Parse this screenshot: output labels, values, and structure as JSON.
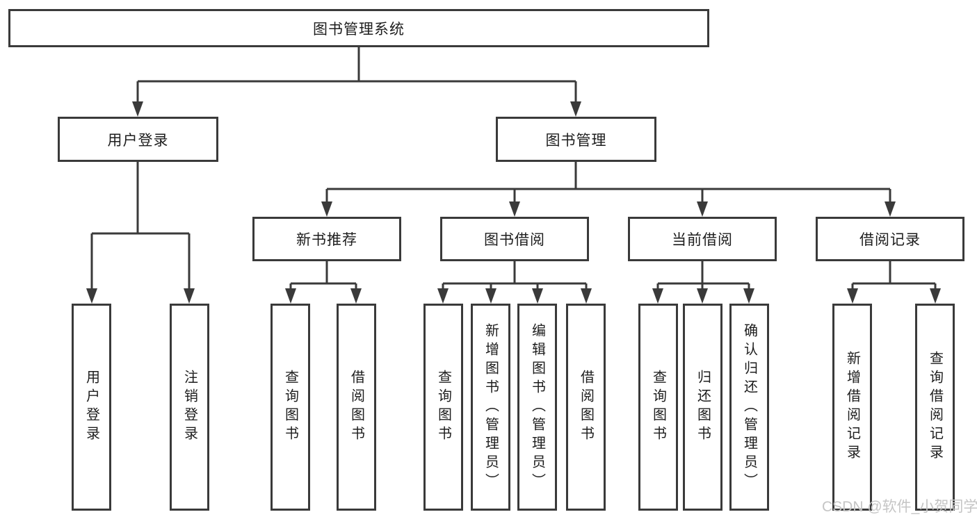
{
  "diagram": {
    "type": "tree",
    "root": {
      "label": "图书管理系统"
    },
    "branches": [
      {
        "label": "用户登录",
        "parent": "图书管理系统"
      },
      {
        "label": "图书管理",
        "parent": "图书管理系统"
      }
    ],
    "modules": [
      {
        "label": "新书推荐",
        "parent": "图书管理"
      },
      {
        "label": "图书借阅",
        "parent": "图书管理"
      },
      {
        "label": "当前借阅",
        "parent": "图书管理"
      },
      {
        "label": "借阅记录",
        "parent": "图书管理"
      }
    ],
    "leaves": [
      {
        "label": "用户登录",
        "parent": "用户登录"
      },
      {
        "label": "注销登录",
        "parent": "用户登录"
      },
      {
        "label": "查询图书",
        "parent": "新书推荐"
      },
      {
        "label": "借阅图书",
        "parent": "新书推荐"
      },
      {
        "label": "查询图书",
        "parent": "图书借阅"
      },
      {
        "label": "新增图书（管理员）",
        "parent": "图书借阅"
      },
      {
        "label": "编辑图书（管理员）",
        "parent": "图书借阅"
      },
      {
        "label": "借阅图书",
        "parent": "图书借阅"
      },
      {
        "label": "查询图书",
        "parent": "当前借阅"
      },
      {
        "label": "归还图书",
        "parent": "当前借阅"
      },
      {
        "label": "确认归还（管理员）",
        "parent": "当前借阅"
      },
      {
        "label": "新增借阅记录",
        "parent": "借阅记录"
      },
      {
        "label": "查询借阅记录",
        "parent": "借阅记录"
      }
    ],
    "colors": {
      "line": "#3a3a3a",
      "text": "#1d1d1d",
      "background": "#ffffff",
      "watermark_text": "#c5c5c5"
    }
  },
  "watermark": "CSDN @软件_小贺同学"
}
